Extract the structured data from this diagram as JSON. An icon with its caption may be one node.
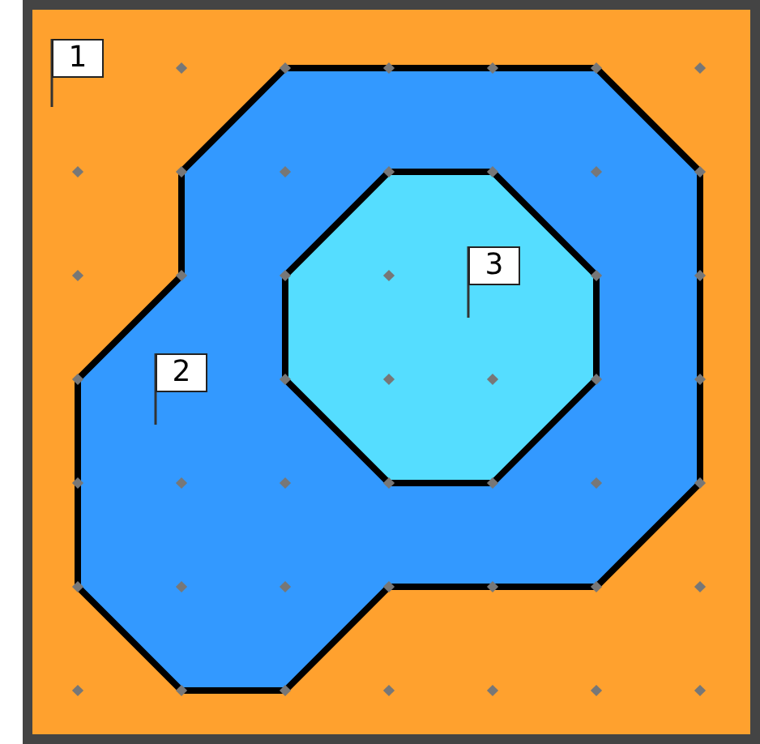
{
  "diagram": {
    "nodes": [
      {
        "text": [
          "1"
        ]
      },
      {
        "text": [
          "2"
        ],
        "in": 0
      },
      {
        "text": [
          "3"
        ],
        "in": 1
      }
    ],
    "edges": []
  }
}
